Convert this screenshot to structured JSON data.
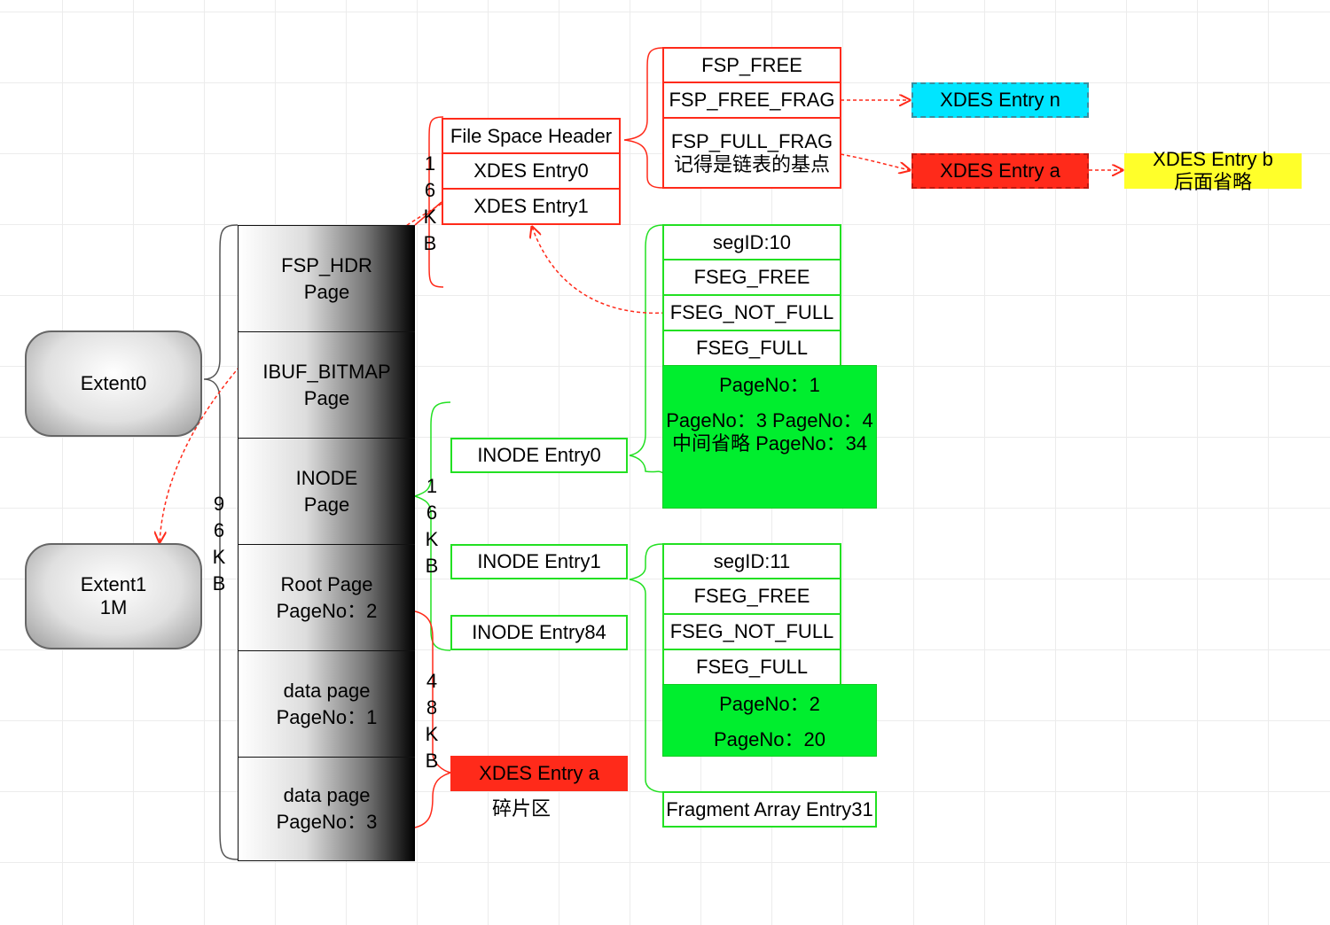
{
  "extents": {
    "extent0": "Extent0",
    "extent1": "Extent1\n1M"
  },
  "pages": [
    "FSP_HDR\nPage",
    "IBUF_BITMAP\nPage",
    "INODE\nPage",
    "Root Page\nPageNo：2",
    "data page\nPageNo：1",
    "data page\nPageNo：3"
  ],
  "size_labels": {
    "size_96kb": "9\n6\nK\nB",
    "size_16kb_header": "1\n6\nK\nB",
    "size_16kb_inode": "1\n6\nK\nB",
    "size_48kb": "4\n8\nK\nB"
  },
  "fsp_header": {
    "rows": [
      "File Space Header",
      "XDES Entry0",
      "XDES Entry1"
    ]
  },
  "fsp_lists": {
    "rows": [
      "FSP_FREE",
      "FSP_FREE_FRAG",
      "FSP_FULL_FRAG\n记得是链表的基点"
    ]
  },
  "xdes": {
    "entry_n": "XDES Entry n",
    "entry_a_top": "XDES Entry a",
    "entry_b": "XDES Entry b\n后面省略",
    "entry_a_frag": "XDES Entry a",
    "frag_label": "碎片区"
  },
  "inode_entries": [
    "INODE Entry0",
    "INODE Entry1",
    "INODE Entry84"
  ],
  "segment0": {
    "rows": [
      "segID:10",
      "FSEG_FREE",
      "FSEG_NOT_FULL",
      "FSEG_FULL"
    ],
    "pages": [
      "PageNo：1",
      "PageNo：3\nPageNo：4\n中间省略\nPageNo：34"
    ]
  },
  "segment1": {
    "rows": [
      "segID:11",
      "FSEG_FREE",
      "FSEG_NOT_FULL",
      "FSEG_FULL"
    ],
    "pages": [
      "PageNo：2",
      "PageNo：20"
    ]
  },
  "fragment_array": "Fragment Array Entry31",
  "colors": {
    "red": "#ff2a1a",
    "green": "#22e022",
    "green_fill": "#00ee2e",
    "cyan": "#00e5ff",
    "yellow": "#ffff2a"
  }
}
